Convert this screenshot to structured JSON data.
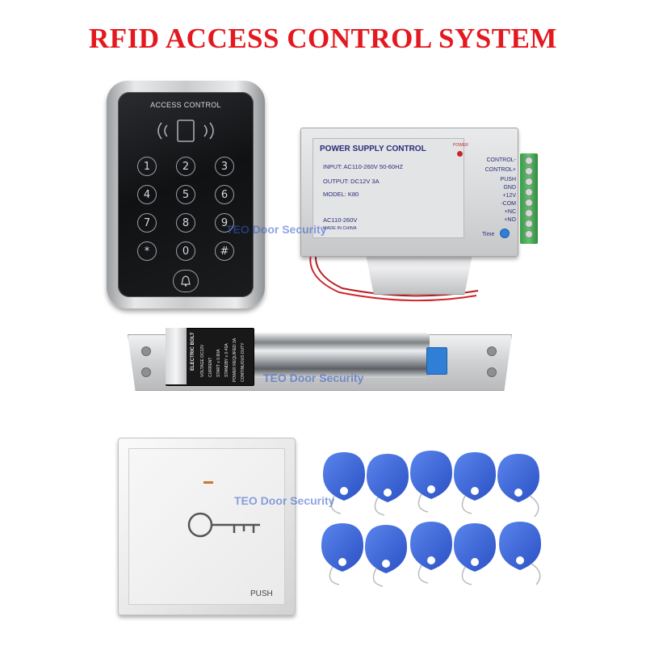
{
  "title": "RFID ACCESS CONTROL SYSTEM",
  "keypad": {
    "label": "ACCESS CONTROL",
    "keys": [
      "1",
      "2",
      "3",
      "4",
      "5",
      "6",
      "7",
      "8",
      "9",
      "*",
      "0",
      "#"
    ]
  },
  "power_supply": {
    "title": "POWER SUPPLY CONTROL",
    "input": "INPUT: AC110-260V 50-60HZ",
    "output": "OUTPUT: DC12V  3A",
    "model": "MODEL: K80",
    "ac_note": "AC110-260V",
    "made_in": "MADE IN CHINA",
    "power_led_label": "POWER",
    "terminals": [
      "CONTROL-",
      "CONTROL+",
      "PUSH",
      "GND",
      "+12V",
      "-COM",
      "+NC",
      "+NO"
    ],
    "time_label": "Time"
  },
  "bolt": {
    "label": "ELECTRIC BOLT",
    "specs": [
      "VOLTAGE DC12V",
      "CURRENT",
      "START  ≤ 0.80A",
      "STANDBY  ≤ 0.45A",
      "POWER REQUIRED 3A",
      "CONTINUOUS DUTY"
    ]
  },
  "exit_button": {
    "label": "PUSH"
  },
  "watermark": "TEO Door Security",
  "colors": {
    "title_red": "#e3191f",
    "fob_blue": "#3a63d8",
    "terminal_green": "#4db35a",
    "connector_blue": "#2f7fd6"
  },
  "fob_count": 10
}
